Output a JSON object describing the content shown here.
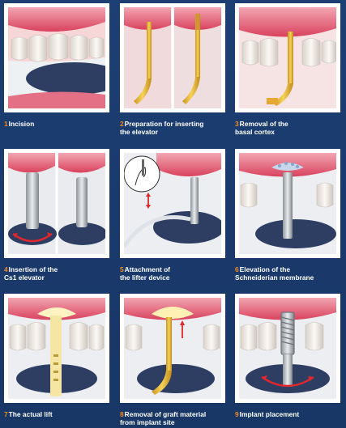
{
  "colors": {
    "background": "#1b3b6e",
    "step_number": "#f08a1c",
    "caption_text": "#ffffff",
    "gum": "#e35d75",
    "tooth": "#f4f0ec",
    "instrument_gold": "#f0c43a",
    "arrow": "#e2262c"
  },
  "steps": [
    {
      "number": "1",
      "lines": [
        "Incision",
        ""
      ]
    },
    {
      "number": "2",
      "lines": [
        "Preparation for inserting",
        "the elevator"
      ]
    },
    {
      "number": "3",
      "lines": [
        "Removal of the",
        "basal cortex"
      ]
    },
    {
      "number": "4",
      "lines": [
        "Insertion of the",
        "Cs1 elevator"
      ]
    },
    {
      "number": "5",
      "lines": [
        "Attachment of",
        "the lifter device"
      ]
    },
    {
      "number": "6",
      "lines": [
        "Elevation of the",
        "Schneiderian membrane"
      ]
    },
    {
      "number": "7",
      "lines": [
        "The actual lift",
        ""
      ]
    },
    {
      "number": "8",
      "lines": [
        "Removal of graft material",
        "from implant site"
      ]
    },
    {
      "number": "9",
      "lines": [
        "Implant placement",
        ""
      ]
    }
  ]
}
